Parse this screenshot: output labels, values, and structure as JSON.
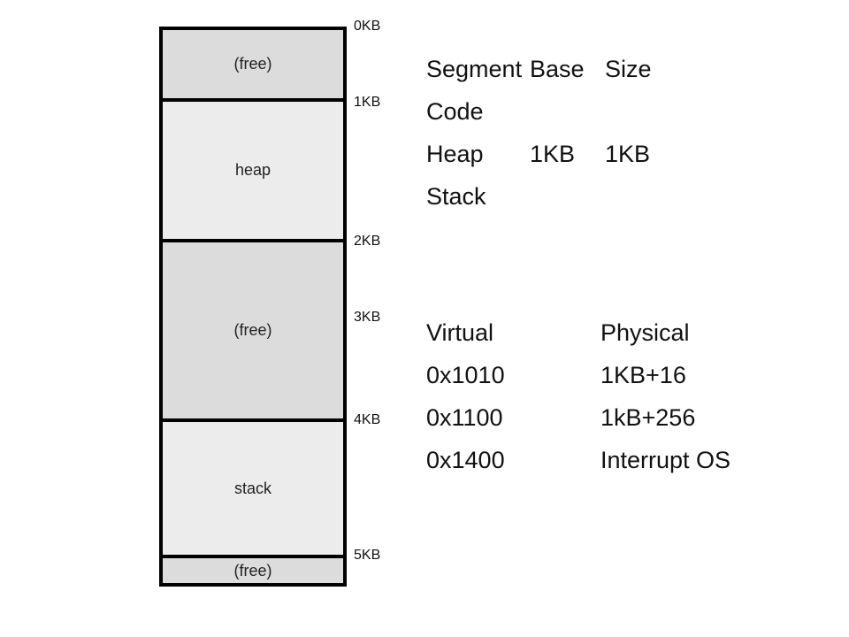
{
  "memory": {
    "segments": [
      {
        "label": "(free)",
        "kind": "free"
      },
      {
        "label": "heap",
        "kind": "used"
      },
      {
        "label": "(free)",
        "kind": "free"
      },
      {
        "label": "stack",
        "kind": "used"
      },
      {
        "label": "(free)",
        "kind": "free"
      }
    ],
    "addresses": [
      "0KB",
      "1KB",
      "2KB",
      "3KB",
      "4KB",
      "5KB"
    ]
  },
  "segment_table": {
    "headers": [
      "Segment",
      "Base",
      "Size"
    ],
    "rows": [
      [
        "Code",
        "",
        ""
      ],
      [
        "Heap",
        "1KB",
        "1KB"
      ],
      [
        "Stack",
        "",
        ""
      ]
    ]
  },
  "translation_table": {
    "headers": [
      "Virtual",
      "Physical"
    ],
    "rows": [
      [
        "0x1010",
        "1KB+16"
      ],
      [
        "0x1100",
        "1kB+256"
      ],
      [
        "0x1400",
        "Interrupt OS"
      ]
    ]
  }
}
